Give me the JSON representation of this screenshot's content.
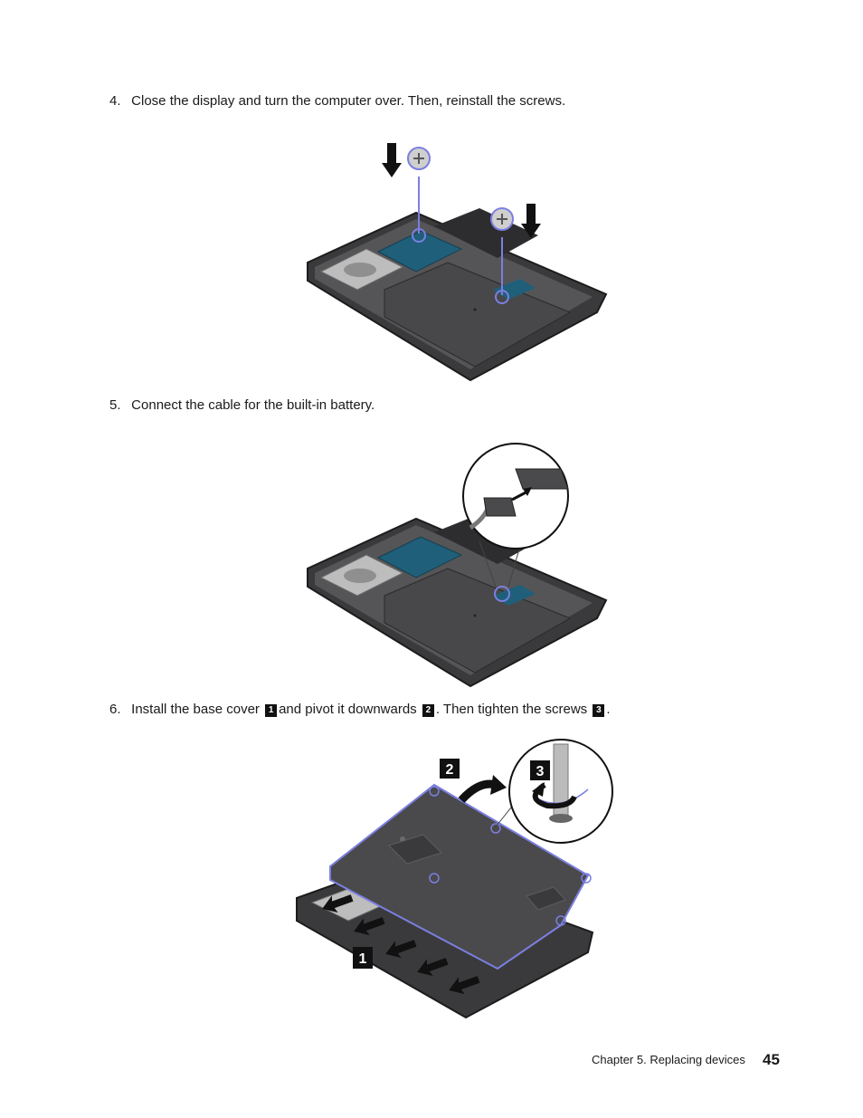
{
  "steps": [
    {
      "num": "4.",
      "text": "Close the display and turn the computer over.  Then, reinstall the screws."
    },
    {
      "num": "5.",
      "text": "Connect the cable for the built-in battery."
    },
    {
      "num": "6.",
      "part1": "Install the base cover",
      "b1": "1",
      "part2": "and pivot it downwards",
      "b2": "2",
      "part3": ".  Then tighten the screws",
      "b3": "3",
      "part4": "."
    }
  ],
  "figure3": {
    "callouts": [
      "1",
      "2",
      "3"
    ]
  },
  "footer": {
    "chapter": "Chapter 5.  Replacing devices",
    "page": "45"
  },
  "colors": {
    "highlight": "#7b7fe0",
    "laptop_dark": "#3a3a3c",
    "board_blue": "#1f5f7a"
  }
}
